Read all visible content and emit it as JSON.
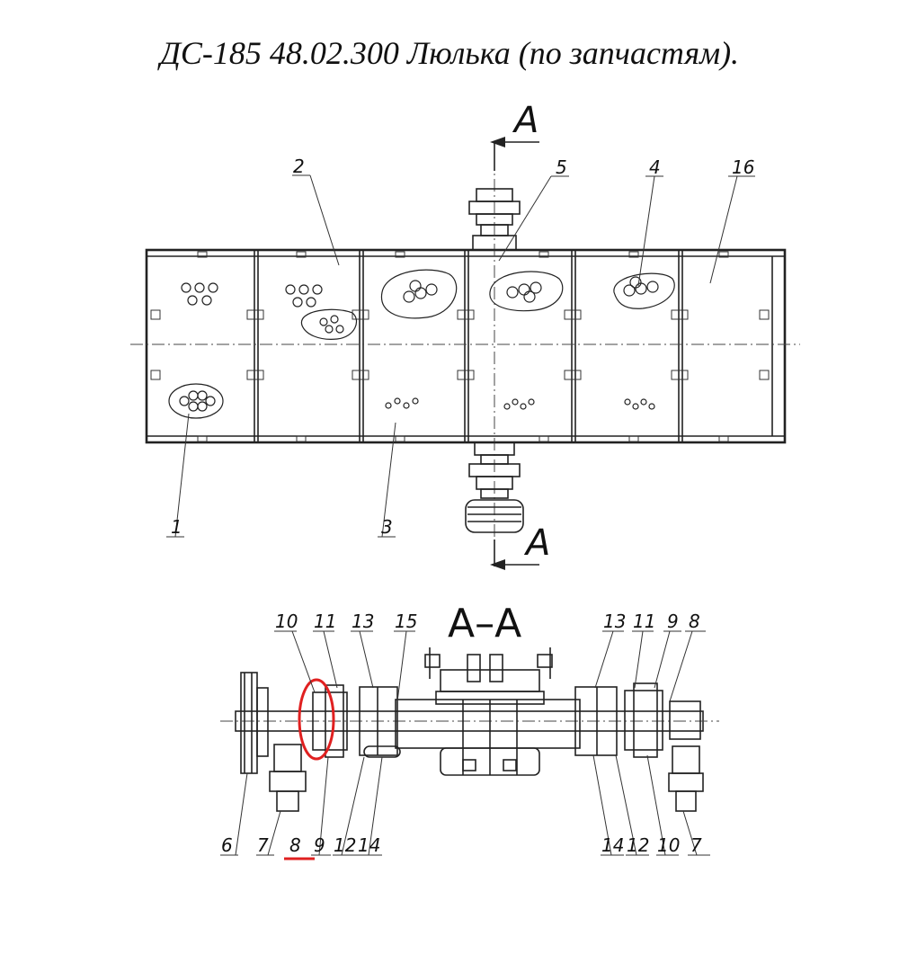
{
  "title": "ДС-185 48.02.300 Люлька (по запчастям).",
  "section_marker": "А",
  "section_title": "А–А",
  "top_view_labels": [
    "2",
    "5",
    "4",
    "16",
    "1",
    "3"
  ],
  "section_labels_top": [
    "10",
    "11",
    "13",
    "15",
    "13",
    "11",
    "9",
    "8"
  ],
  "section_labels_bottom": [
    "6",
    "7",
    "8",
    "9",
    "12",
    "14",
    "14",
    "12",
    "10",
    "7"
  ],
  "highlight": {
    "color": "#e02020",
    "part": "8"
  }
}
